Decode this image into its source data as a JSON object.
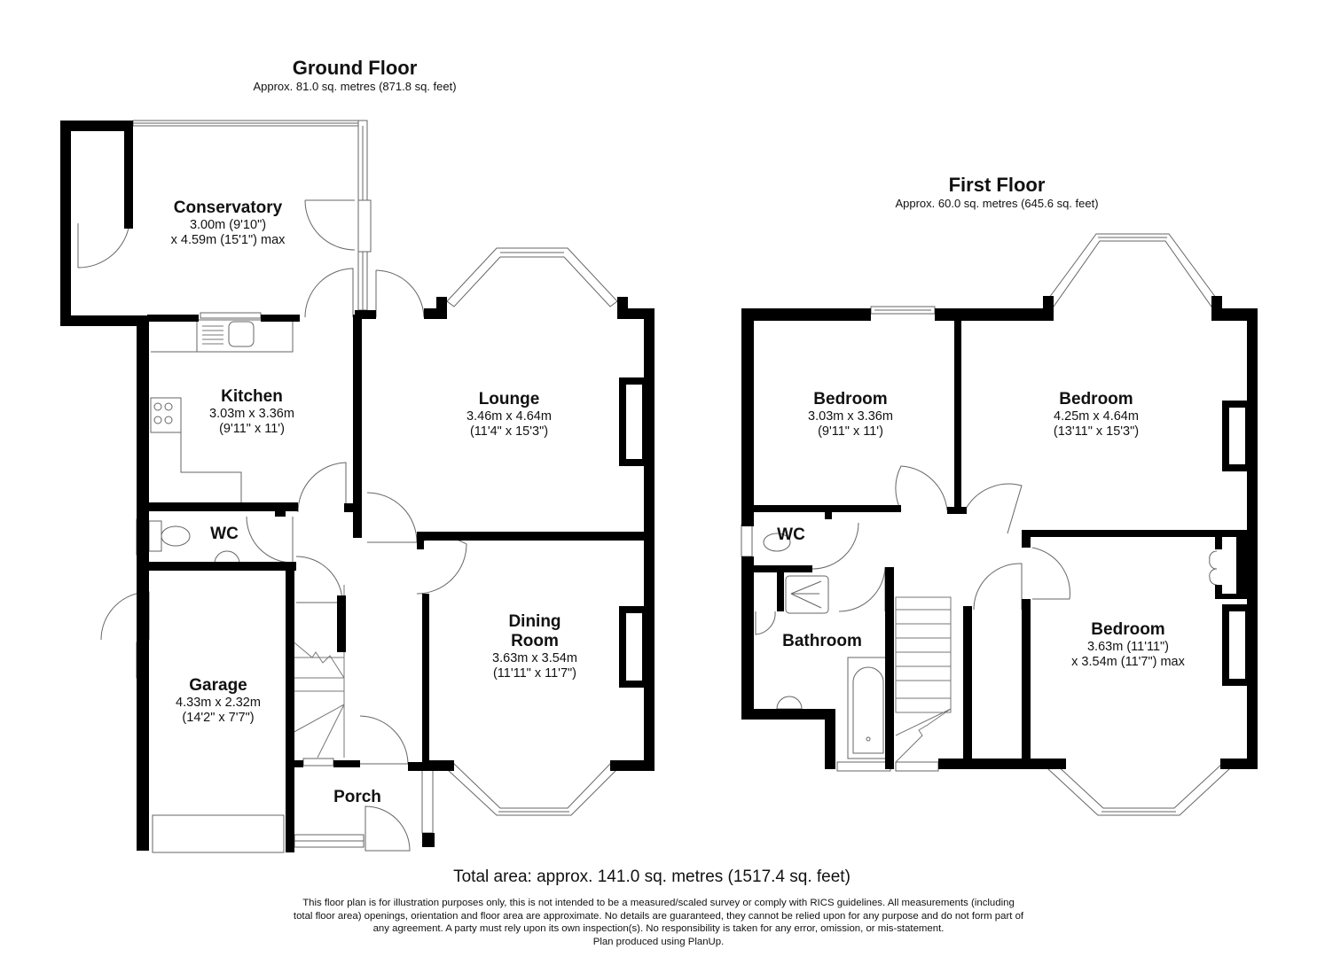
{
  "ground_floor": {
    "title": "Ground Floor",
    "area": "Approx. 81.0 sq. metres (871.8 sq. feet)",
    "rooms": {
      "conservatory": {
        "name": "Conservatory",
        "dim1": "3.00m (9'10\")",
        "dim2": "x 4.59m (15'1\") max"
      },
      "kitchen": {
        "name": "Kitchen",
        "dim1": "3.03m x 3.36m",
        "dim2": "(9'11\" x 11')"
      },
      "lounge": {
        "name": "Lounge",
        "dim1": "3.46m x 4.64m",
        "dim2": "(11'4\" x 15'3\")"
      },
      "wc": {
        "name": "WC"
      },
      "dining": {
        "name1": "Dining",
        "name2": "Room",
        "dim1": "3.63m x 3.54m",
        "dim2": "(11'11\" x 11'7\")"
      },
      "garage": {
        "name": "Garage",
        "dim1": "4.33m x 2.32m",
        "dim2": "(14'2\" x 7'7\")"
      },
      "porch": {
        "name": "Porch"
      }
    }
  },
  "first_floor": {
    "title": "First Floor",
    "area": "Approx. 60.0 sq. metres (645.6 sq. feet)",
    "rooms": {
      "bedroom_small": {
        "name": "Bedroom",
        "dim1": "3.03m x 3.36m",
        "dim2": "(9'11\" x 11')"
      },
      "bedroom_master": {
        "name": "Bedroom",
        "dim1": "4.25m x 4.64m",
        "dim2": "(13'11\" x 15'3\")"
      },
      "wc": {
        "name": "WC"
      },
      "bathroom": {
        "name": "Bathroom"
      },
      "bedroom_front": {
        "name": "Bedroom",
        "dim1": "3.63m (11'11\")",
        "dim2": "x 3.54m (11'7\") max"
      }
    }
  },
  "total_area": "Total area: approx. 141.0 sq. metres (1517.4 sq. feet)",
  "disclaimer": [
    "This floor plan is for illustration purposes only, this is not intended to be a measured/scaled survey or comply with RICS guidelines. All measurements (including",
    "total floor area) openings, orientation and floor area are approximate. No details are guaranteed, they cannot be relied upon for any purpose and do not form part of",
    "any agreement. A party must rely upon its own inspection(s). No responsibility is taken for any error, omission, or mis-statement.",
    "Plan produced using PlanUp."
  ],
  "colors": {
    "wall": "#000000",
    "line": "#555555",
    "background": "#ffffff"
  }
}
